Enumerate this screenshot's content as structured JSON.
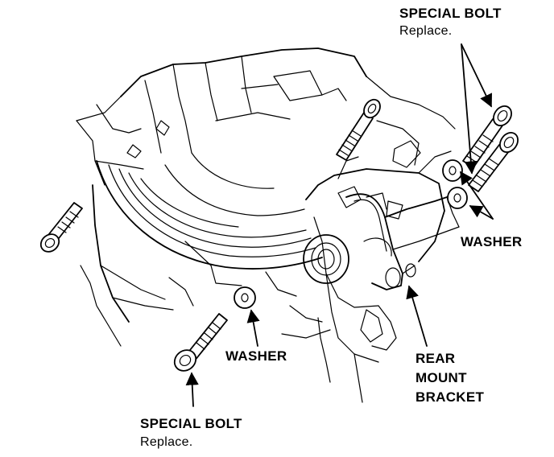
{
  "diagram": {
    "labels": {
      "top_bolt_title": "SPECIAL BOLT",
      "top_bolt_note": "Replace.",
      "right_washer": "WASHER",
      "center_washer": "WASHER",
      "bracket_line1": "REAR",
      "bracket_line2": "MOUNT",
      "bracket_line3": "BRACKET",
      "bottom_bolt_title": "SPECIAL BOLT",
      "bottom_bolt_note": "Replace."
    },
    "colors": {
      "ink": "#000000",
      "paper": "#ffffff"
    }
  }
}
